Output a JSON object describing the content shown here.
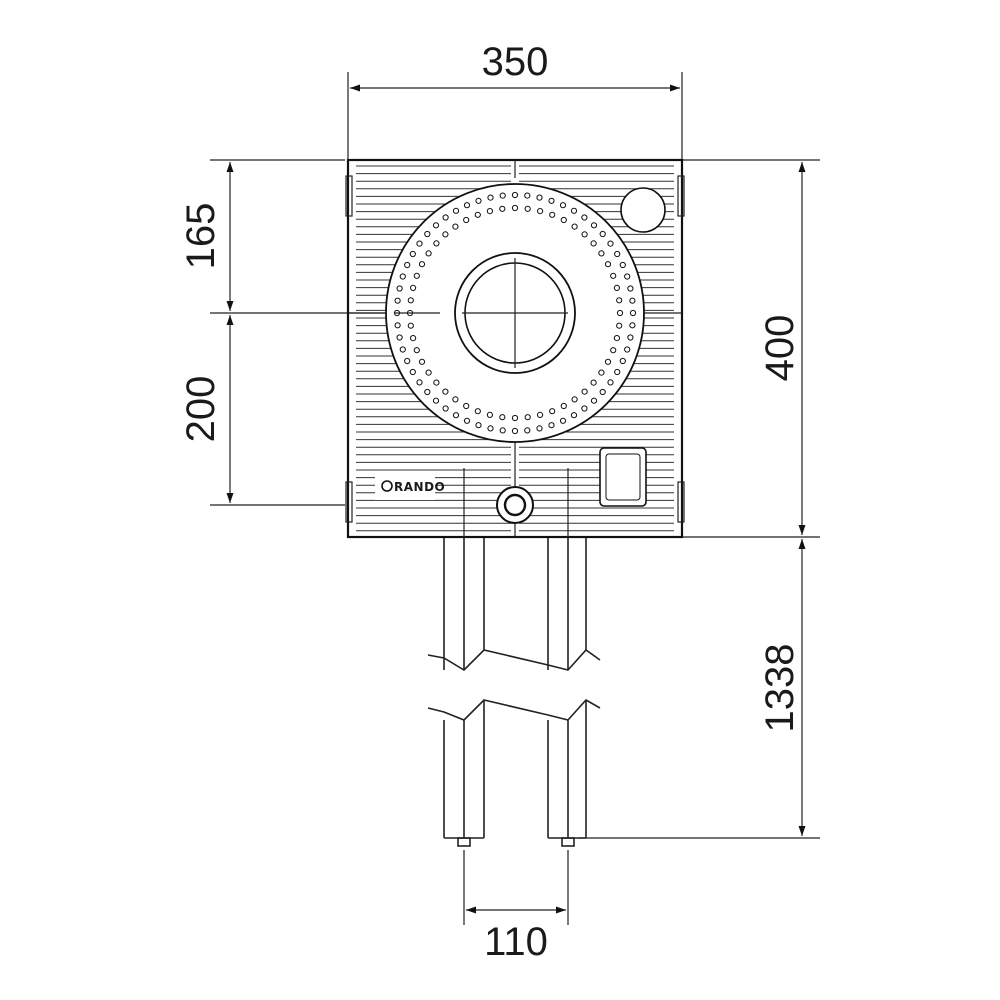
{
  "dimensions": {
    "top_width": "350",
    "upper_height": "165",
    "lower_height": "200",
    "total_height": "400",
    "leg_height": "1338",
    "leg_spacing": "110"
  },
  "logo": {
    "text": "RANDO"
  },
  "colors": {
    "line": "#222222",
    "background": "#ffffff"
  }
}
